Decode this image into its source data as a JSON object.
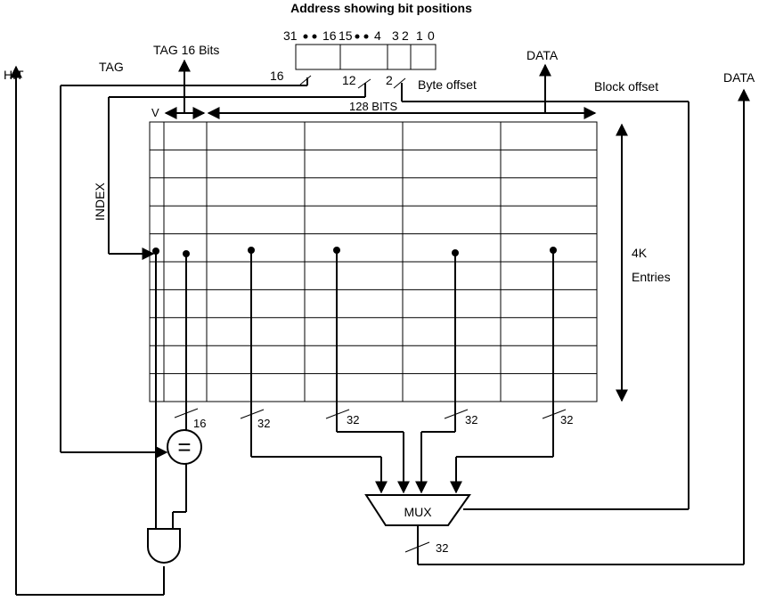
{
  "title": "Address showing bit positions",
  "address": {
    "bit_labels": [
      "31",
      "16",
      "15",
      "4",
      "3",
      "2",
      "1",
      "0"
    ],
    "field_widths": [
      "16",
      "12",
      "2"
    ],
    "byte_offset": "Byte offset"
  },
  "labels": {
    "hit": "HIT",
    "tag": "TAG",
    "tag_bits": "TAG 16 Bits",
    "data_top": "DATA",
    "block_offset": "Block offset",
    "data_right": "DATA",
    "index": "INDEX",
    "v": "V",
    "bits_128": "128 BITS",
    "entries_4k": "4K",
    "entries": "Entries",
    "mux": "MUX",
    "comparator": "="
  },
  "bus_widths": {
    "tag_compare": "16",
    "word0": "32",
    "word1": "32",
    "word2": "32",
    "word3": "32",
    "mux_out": "32"
  },
  "table": {
    "rows": 10
  }
}
